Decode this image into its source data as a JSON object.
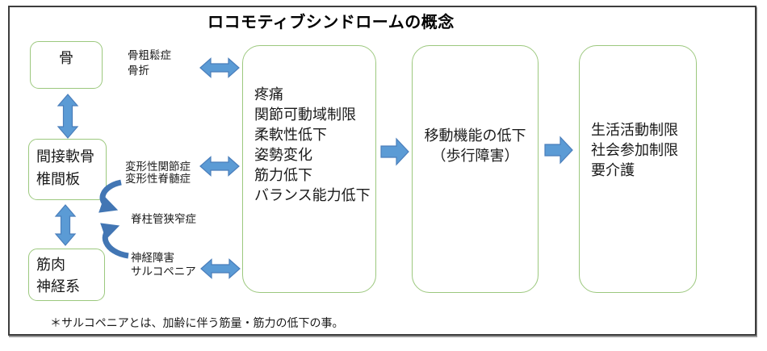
{
  "title": "ロコモティブシンドロームの概念",
  "organ_boxes": {
    "bone": {
      "lines": [
        "骨"
      ]
    },
    "cartilage": {
      "lines": [
        "間接軟骨",
        "椎間板"
      ]
    },
    "muscle": {
      "lines": [
        "筋肉",
        "神経系"
      ]
    }
  },
  "condition_labels": {
    "osteoporosis": {
      "lines": [
        "骨粗鬆症",
        "骨折"
      ]
    },
    "arthrosis": {
      "lines": [
        "変形性関節症",
        "変形性脊髄症"
      ]
    },
    "stenosis": {
      "lines": [
        "脊柱管狭窄症"
      ]
    },
    "nerve": {
      "lines": [
        "神経障害",
        "サルコペニア"
      ]
    }
  },
  "stage_boxes": {
    "symptoms": {
      "lines": [
        "疼痛",
        "関節可動域制限",
        "柔軟性低下",
        "姿勢変化",
        "筋力低下",
        "バランス能力低下"
      ]
    },
    "mobility": {
      "lines": [
        "移動機能の低下",
        "（歩行障害）"
      ]
    },
    "life": {
      "lines": [
        "生活活動制限",
        "社会参加制限",
        "要介護"
      ]
    }
  },
  "footnote": "＊サルコペニアとは、加齢に伴う筋量・筋力の低下の事。",
  "colors": {
    "arrow_fill": "#5B9BD5",
    "arrow_stroke": "#4A7EBB",
    "curved_arrow": "#4276B4",
    "box_border_green": "#9CC87E",
    "frame_border": "#3D3D3D"
  },
  "icons": {
    "updown_arrow": "up-down-double-arrow",
    "leftright_arrow": "left-right-double-arrow",
    "curved_arrow": "curved-connector-arrow",
    "block_right_arrow": "right-block-arrow"
  }
}
